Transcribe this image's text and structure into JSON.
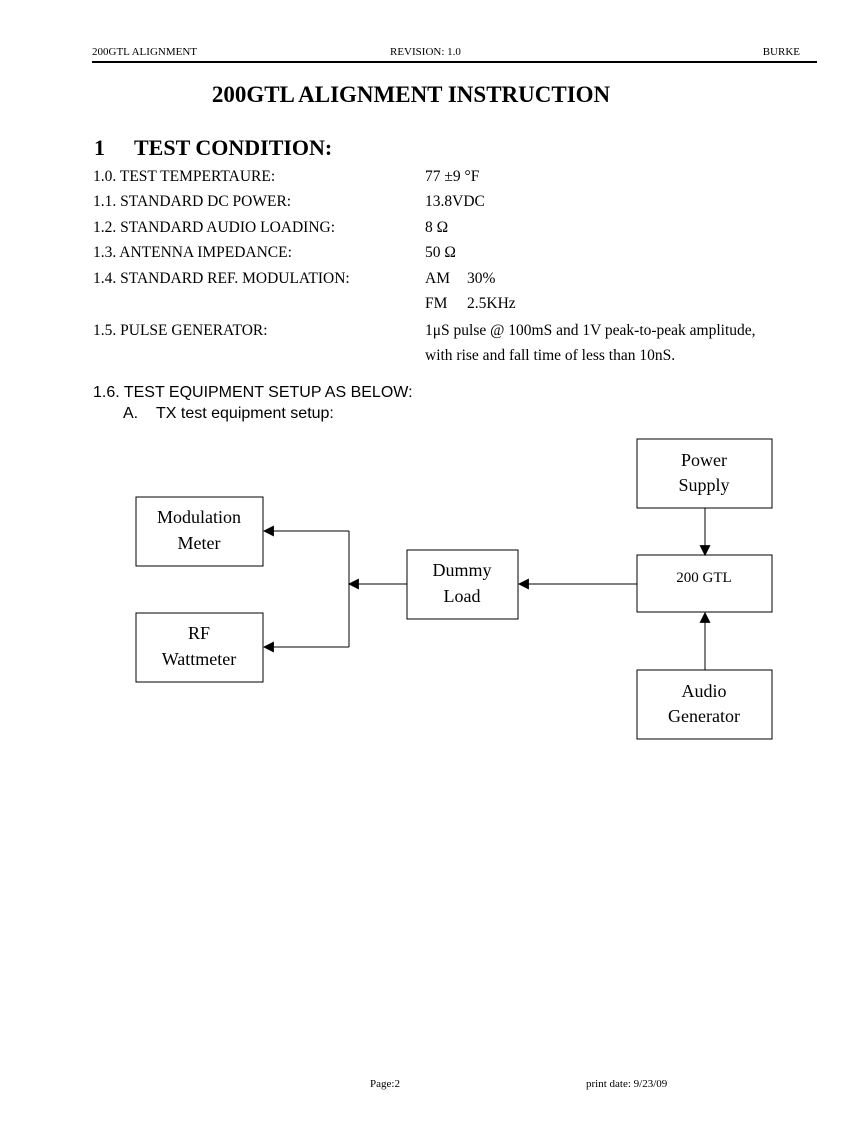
{
  "header": {
    "left": "200GTL ALIGNMENT",
    "center": "REVISION: 1.0",
    "right": "BURKE"
  },
  "title": "200GTL ALIGNMENT INSTRUCTION",
  "section": {
    "number": "1",
    "title": "TEST CONDITION:"
  },
  "conditions": [
    {
      "label": "1.0. TEST TEMPERTAURE:",
      "value": "77 ±9 °F"
    },
    {
      "label": "1.1. STANDARD DC POWER:",
      "value": "13.8VDC"
    },
    {
      "label": "1.2. STANDARD AUDIO LOADING:",
      "value": "8 Ω"
    },
    {
      "label": "1.3. ANTENNA IMPEDANCE:",
      "value": "50 Ω"
    },
    {
      "label": "1.4. STANDARD REF. MODULATION:",
      "am_label": "AM",
      "am_value": "30%",
      "fm_label": "FM",
      "fm_value": "2.5KHz"
    },
    {
      "label": "1.5. PULSE GENERATOR:",
      "value_line1": "1μS pulse @ 100mS and 1V peak-to-peak amplitude,",
      "value_line2": "with rise and fall time of less than 10nS."
    }
  ],
  "setup": {
    "heading": "1.6. TEST EQUIPMENT SETUP AS BELOW:",
    "sub_letter": "A.",
    "sub_text": "TX test equipment setup:"
  },
  "diagram": {
    "modulation_meter": [
      "Modulation",
      "Meter"
    ],
    "rf_wattmeter": [
      "RF",
      "Wattmeter"
    ],
    "dummy_load": [
      "Dummy",
      "Load"
    ],
    "power_supply": [
      "Power",
      "Supply"
    ],
    "device": "200 GTL",
    "audio_generator": [
      "Audio",
      "Generator"
    ]
  },
  "footer": {
    "page": "Page:2",
    "print_date": "print date: 9/23/09"
  }
}
